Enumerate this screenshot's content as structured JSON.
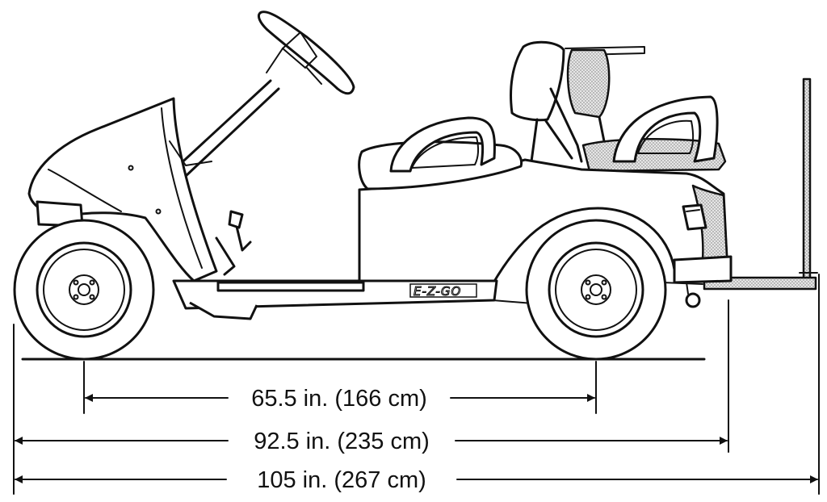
{
  "dimensions": {
    "wheelbase": {
      "label": "65.5 in. (166 cm)",
      "inches": 65.5,
      "cm": 166
    },
    "length_without_bag_rack": {
      "label": "92.5 in. (235 cm)",
      "inches": 92.5,
      "cm": 235
    },
    "length_with_bag_rack": {
      "label": "105 in. (267 cm)",
      "inches": 105,
      "cm": 267
    }
  },
  "vehicle": {
    "logo": "E-Z-GO"
  },
  "colors": {
    "line": "#111111",
    "background": "#ffffff"
  }
}
